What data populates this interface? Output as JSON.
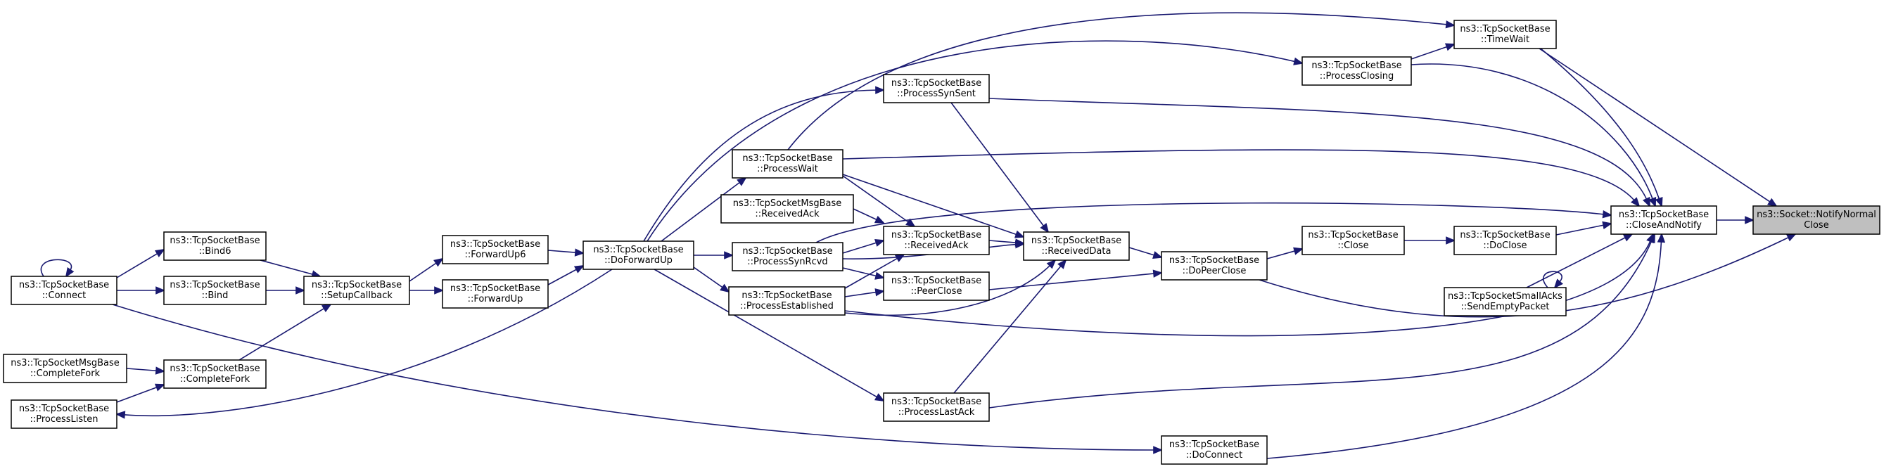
{
  "diagram": {
    "kind": "doxygen-caller-graph",
    "colors": {
      "edge": "#191970",
      "node_border": "#000000",
      "highlight_fill": "#bfbfbf",
      "node_fill": "#ffffff"
    },
    "nodes": [
      {
        "id": "notify_normal_close",
        "lines": [
          "ns3::Socket::NotifyNormal",
          "Close"
        ],
        "highlight": true
      },
      {
        "id": "close_and_notify",
        "lines": [
          "ns3::TcpSocketBase",
          "::CloseAndNotify"
        ]
      },
      {
        "id": "time_wait",
        "lines": [
          "ns3::TcpSocketBase",
          "::TimeWait"
        ]
      },
      {
        "id": "process_closing",
        "lines": [
          "ns3::TcpSocketBase",
          "::ProcessClosing"
        ]
      },
      {
        "id": "do_close",
        "lines": [
          "ns3::TcpSocketBase",
          "::DoClose"
        ]
      },
      {
        "id": "send_empty_packet",
        "lines": [
          "ns3::TcpSocketSmallAcks",
          "::SendEmptyPacket"
        ]
      },
      {
        "id": "close",
        "lines": [
          "ns3::TcpSocketBase",
          "::Close"
        ]
      },
      {
        "id": "do_peer_close",
        "lines": [
          "ns3::TcpSocketBase",
          "::DoPeerClose"
        ]
      },
      {
        "id": "received_data",
        "lines": [
          "ns3::TcpSocketBase",
          "::ReceivedData"
        ]
      },
      {
        "id": "process_syn_sent",
        "lines": [
          "ns3::TcpSocketBase",
          "::ProcessSynSent"
        ]
      },
      {
        "id": "received_ack",
        "lines": [
          "ns3::TcpSocketBase",
          "::ReceivedAck"
        ]
      },
      {
        "id": "peer_close",
        "lines": [
          "ns3::TcpSocketBase",
          "::PeerClose"
        ]
      },
      {
        "id": "process_last_ack",
        "lines": [
          "ns3::TcpSocketBase",
          "::ProcessLastAck"
        ]
      },
      {
        "id": "do_connect",
        "lines": [
          "ns3::TcpSocketBase",
          "::DoConnect"
        ]
      },
      {
        "id": "process_wait",
        "lines": [
          "ns3::TcpSocketBase",
          "::ProcessWait"
        ]
      },
      {
        "id": "msg_received_ack",
        "lines": [
          "ns3::TcpSocketMsgBase",
          "::ReceivedAck"
        ]
      },
      {
        "id": "process_syn_rcvd",
        "lines": [
          "ns3::TcpSocketBase",
          "::ProcessSynRcvd"
        ]
      },
      {
        "id": "process_established",
        "lines": [
          "ns3::TcpSocketBase",
          "::ProcessEstablished"
        ]
      },
      {
        "id": "do_forward_up",
        "lines": [
          "ns3::TcpSocketBase",
          "::DoForwardUp"
        ]
      },
      {
        "id": "forward_up6",
        "lines": [
          "ns3::TcpSocketBase",
          "::ForwardUp6"
        ]
      },
      {
        "id": "forward_up",
        "lines": [
          "ns3::TcpSocketBase",
          "::ForwardUp"
        ]
      },
      {
        "id": "setup_callback",
        "lines": [
          "ns3::TcpSocketBase",
          "::SetupCallback"
        ]
      },
      {
        "id": "bind6",
        "lines": [
          "ns3::TcpSocketBase",
          "::Bind6"
        ]
      },
      {
        "id": "bind",
        "lines": [
          "ns3::TcpSocketBase",
          "::Bind"
        ]
      },
      {
        "id": "complete_fork",
        "lines": [
          "ns3::TcpSocketBase",
          "::CompleteFork"
        ]
      },
      {
        "id": "connect",
        "lines": [
          "ns3::TcpSocketBase",
          "::Connect"
        ]
      },
      {
        "id": "msg_complete_fork",
        "lines": [
          "ns3::TcpSocketMsgBase",
          "::CompleteFork"
        ]
      },
      {
        "id": "process_listen",
        "lines": [
          "ns3::TcpSocketBase",
          "::ProcessListen"
        ]
      }
    ],
    "edges": [
      {
        "from": "close_and_notify",
        "to": "notify_normal_close"
      },
      {
        "from": "time_wait",
        "to": "notify_normal_close"
      },
      {
        "from": "do_peer_close",
        "to": "notify_normal_close"
      },
      {
        "from": "time_wait",
        "to": "close_and_notify"
      },
      {
        "from": "process_closing",
        "to": "close_and_notify"
      },
      {
        "from": "process_syn_sent",
        "to": "close_and_notify"
      },
      {
        "from": "process_wait",
        "to": "close_and_notify"
      },
      {
        "from": "process_syn_rcvd",
        "to": "close_and_notify"
      },
      {
        "from": "do_close",
        "to": "close_and_notify"
      },
      {
        "from": "send_empty_packet",
        "to": "close_and_notify"
      },
      {
        "from": "process_established",
        "to": "close_and_notify"
      },
      {
        "from": "process_last_ack",
        "to": "close_and_notify"
      },
      {
        "from": "do_connect",
        "to": "close_and_notify"
      },
      {
        "from": "process_closing",
        "to": "time_wait"
      },
      {
        "from": "process_wait",
        "to": "time_wait"
      },
      {
        "from": "do_forward_up",
        "to": "process_closing"
      },
      {
        "from": "close",
        "to": "do_close"
      },
      {
        "from": "send_empty_packet",
        "to": "send_empty_packet"
      },
      {
        "from": "do_peer_close",
        "to": "close"
      },
      {
        "from": "received_data",
        "to": "do_peer_close"
      },
      {
        "from": "peer_close",
        "to": "do_peer_close"
      },
      {
        "from": "process_syn_sent",
        "to": "received_data"
      },
      {
        "from": "process_wait",
        "to": "received_data"
      },
      {
        "from": "received_ack",
        "to": "received_data"
      },
      {
        "from": "process_syn_rcvd",
        "to": "received_data"
      },
      {
        "from": "process_established",
        "to": "received_data"
      },
      {
        "from": "process_last_ack",
        "to": "received_data"
      },
      {
        "from": "do_forward_up",
        "to": "process_syn_sent"
      },
      {
        "from": "process_wait",
        "to": "received_ack"
      },
      {
        "from": "msg_received_ack",
        "to": "received_ack"
      },
      {
        "from": "process_syn_rcvd",
        "to": "received_ack"
      },
      {
        "from": "process_established",
        "to": "received_ack"
      },
      {
        "from": "process_syn_rcvd",
        "to": "peer_close"
      },
      {
        "from": "process_established",
        "to": "peer_close"
      },
      {
        "from": "do_forward_up",
        "to": "process_last_ack"
      },
      {
        "from": "connect",
        "to": "do_connect"
      },
      {
        "from": "do_forward_up",
        "to": "process_wait"
      },
      {
        "from": "do_forward_up",
        "to": "process_syn_rcvd"
      },
      {
        "from": "do_forward_up",
        "to": "process_established"
      },
      {
        "from": "forward_up6",
        "to": "do_forward_up"
      },
      {
        "from": "forward_up",
        "to": "do_forward_up"
      },
      {
        "from": "setup_callback",
        "to": "forward_up6"
      },
      {
        "from": "setup_callback",
        "to": "forward_up"
      },
      {
        "from": "bind6",
        "to": "setup_callback"
      },
      {
        "from": "bind",
        "to": "setup_callback"
      },
      {
        "from": "complete_fork",
        "to": "setup_callback"
      },
      {
        "from": "connect",
        "to": "bind6"
      },
      {
        "from": "connect",
        "to": "bind"
      },
      {
        "from": "connect",
        "to": "connect"
      },
      {
        "from": "msg_complete_fork",
        "to": "complete_fork"
      },
      {
        "from": "process_listen",
        "to": "complete_fork"
      },
      {
        "from": "do_forward_up",
        "to": "process_listen"
      }
    ]
  }
}
